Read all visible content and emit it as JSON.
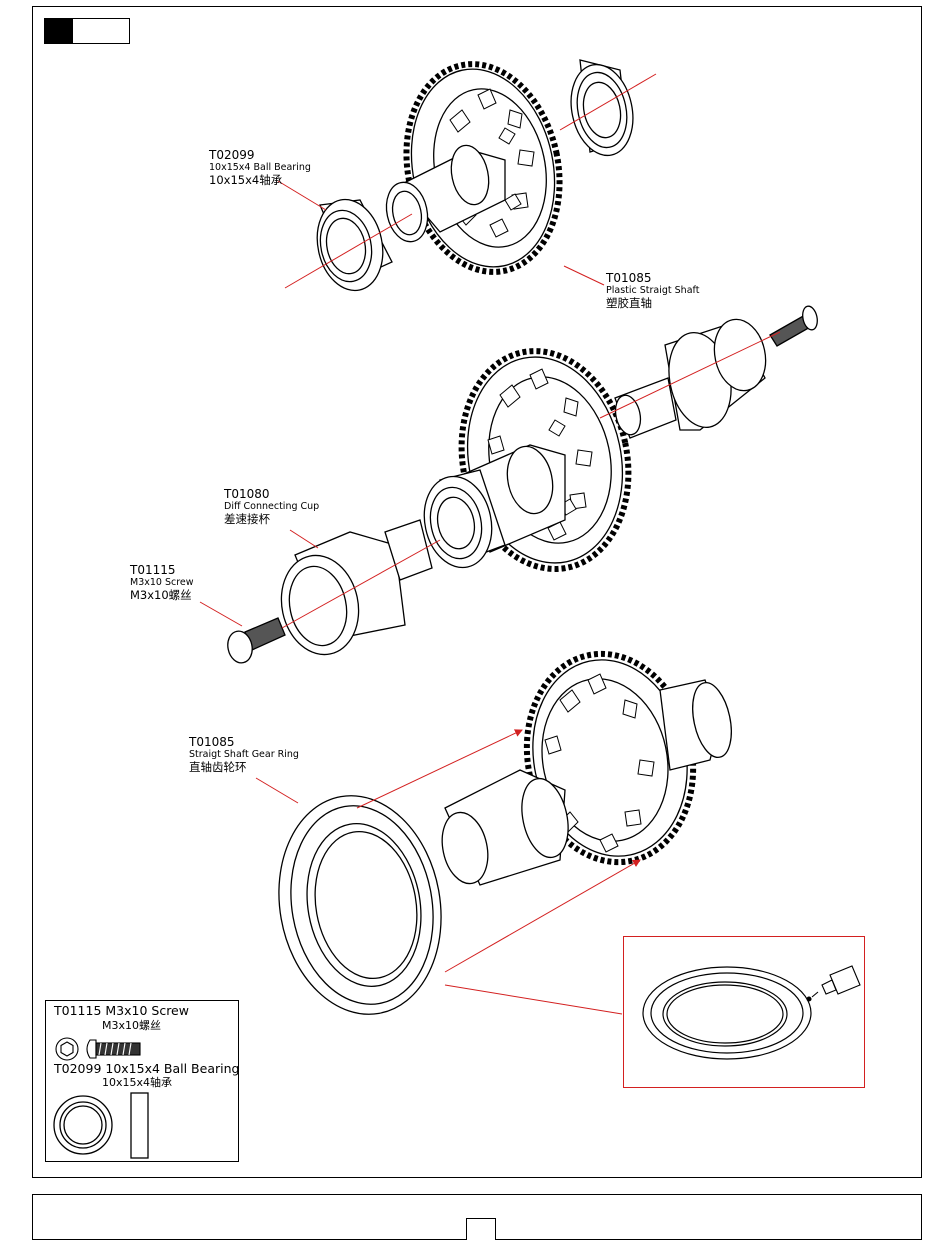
{
  "colors": {
    "leader_red": "#d32020",
    "line": "#000000",
    "background": "#ffffff"
  },
  "labels": {
    "bearing_top": {
      "code": "T02099",
      "en": "10x15x4 Ball Bearing",
      "cn": "10x15x4轴承"
    },
    "plastic_shaft": {
      "code": "T01085",
      "en": "Plastic Straigt Shaft",
      "cn": "塑胶直轴"
    },
    "diff_cup": {
      "code": "T01080",
      "en": "Diff Connecting Cup",
      "cn": "差速接杯"
    },
    "screw": {
      "code": "T01115",
      "en": "M3x10 Screw",
      "cn": "M3x10螺丝"
    },
    "gear_ring": {
      "code": "T01085",
      "en": "Straigt Shaft Gear Ring",
      "cn": "直轴齿轮环"
    }
  },
  "legend": {
    "screw_line": "T01115 M3x10 Screw",
    "screw_cn": "M3x10螺丝",
    "bearing_line": "T02099 10x15x4 Ball Bearing",
    "bearing_cn": "10x15x4轴承"
  },
  "icons": [
    "hex-screw-head-icon",
    "screw-side-icon",
    "bearing-front-icon",
    "bearing-side-icon",
    "glue-bottle-icon",
    "gear-icon"
  ]
}
